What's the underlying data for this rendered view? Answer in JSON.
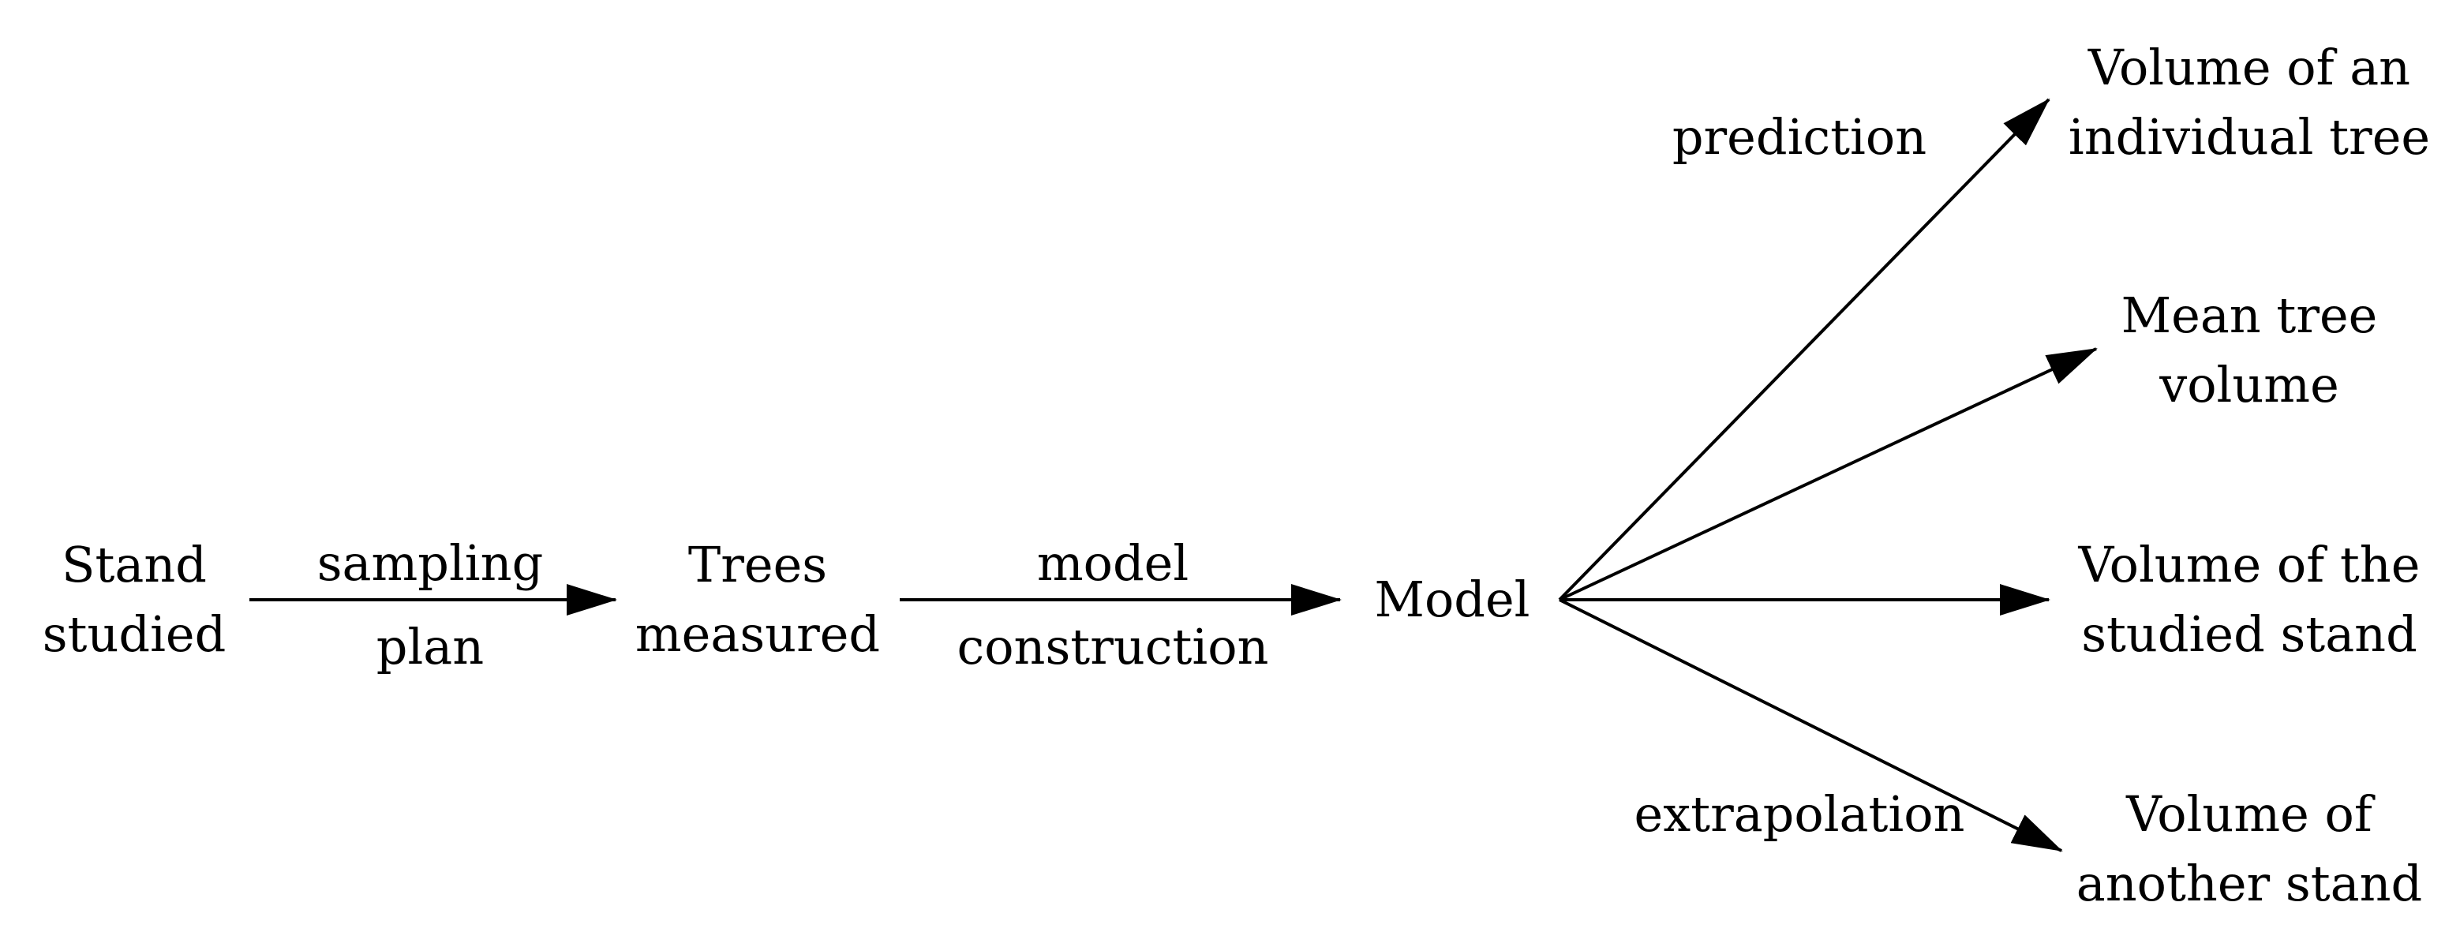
{
  "colors": {
    "ink": "#000000",
    "background": "#ffffff"
  },
  "nodes": {
    "stand_studied": {
      "line1": "Stand",
      "line2": "studied"
    },
    "trees_measured": {
      "line1": "Trees",
      "line2": "measured"
    },
    "model": {
      "line1": "Model"
    },
    "individual_tree": {
      "line1": "Volume of an",
      "line2": "individual tree"
    },
    "mean_tree": {
      "line1": "Mean tree",
      "line2": "volume"
    },
    "studied_stand": {
      "line1": "Volume of the",
      "line2": "studied stand"
    },
    "another_stand": {
      "line1": "Volume of",
      "line2": "another stand"
    }
  },
  "edge_labels": {
    "sampling_top": "sampling",
    "sampling_bottom": "plan",
    "model_top": "model",
    "model_bottom": "construction",
    "prediction": "prediction",
    "extrapolation": "extrapolation"
  }
}
